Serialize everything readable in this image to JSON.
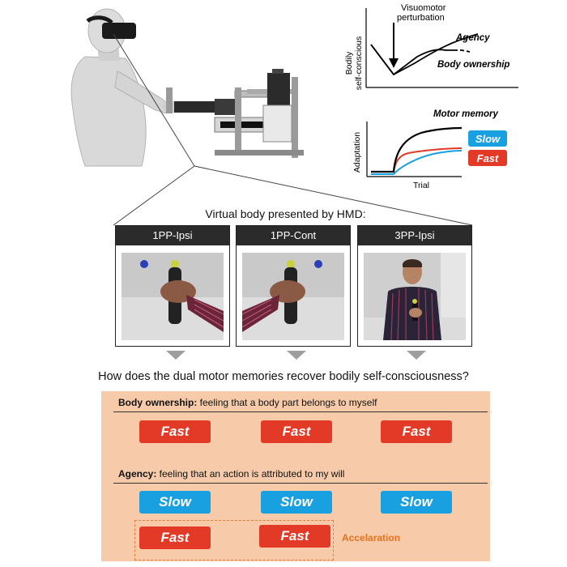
{
  "top_plot": {
    "ylabel_line1": "Bodily",
    "ylabel_line2": "self-conscious",
    "perturbation_line1": "Visuomotor",
    "perturbation_line2": "perturbation",
    "agency_label": "Agency",
    "ownership_label": "Body ownership"
  },
  "motor_plot": {
    "title": "Motor memory",
    "ylabel": "Adaptation",
    "xlabel": "Trial",
    "slow_label": "Slow",
    "fast_label": "Fast",
    "colors": {
      "total": "#000000",
      "slow": "#19a0e0",
      "fast": "#e23a26"
    }
  },
  "virtual_body": {
    "title": "Virtual body presented by HMD:",
    "views": [
      {
        "label": "1PP-Ipsi"
      },
      {
        "label": "1PP-Cont"
      },
      {
        "label": "3PP-Ipsi"
      }
    ]
  },
  "question": "How does the dual motor memories recover bodily self-consciousness?",
  "summary": {
    "ownership_term": "Body ownership:",
    "ownership_def": " feeling that a body part belongs to myself",
    "ownership_pills": [
      "Fast",
      "Fast",
      "Fast"
    ],
    "agency_term": "Agency:",
    "agency_def": " feeling that an action is attributed to my will",
    "agency_slow_pills": [
      "Slow",
      "Slow",
      "Slow"
    ],
    "agency_fast_pills": [
      "Fast",
      "Fast"
    ],
    "acceleration_label": "Accelaration",
    "colors": {
      "box": "#f7cba9",
      "fast": "#e23a26",
      "slow": "#19a0e0",
      "accent": "#e3711e"
    }
  }
}
